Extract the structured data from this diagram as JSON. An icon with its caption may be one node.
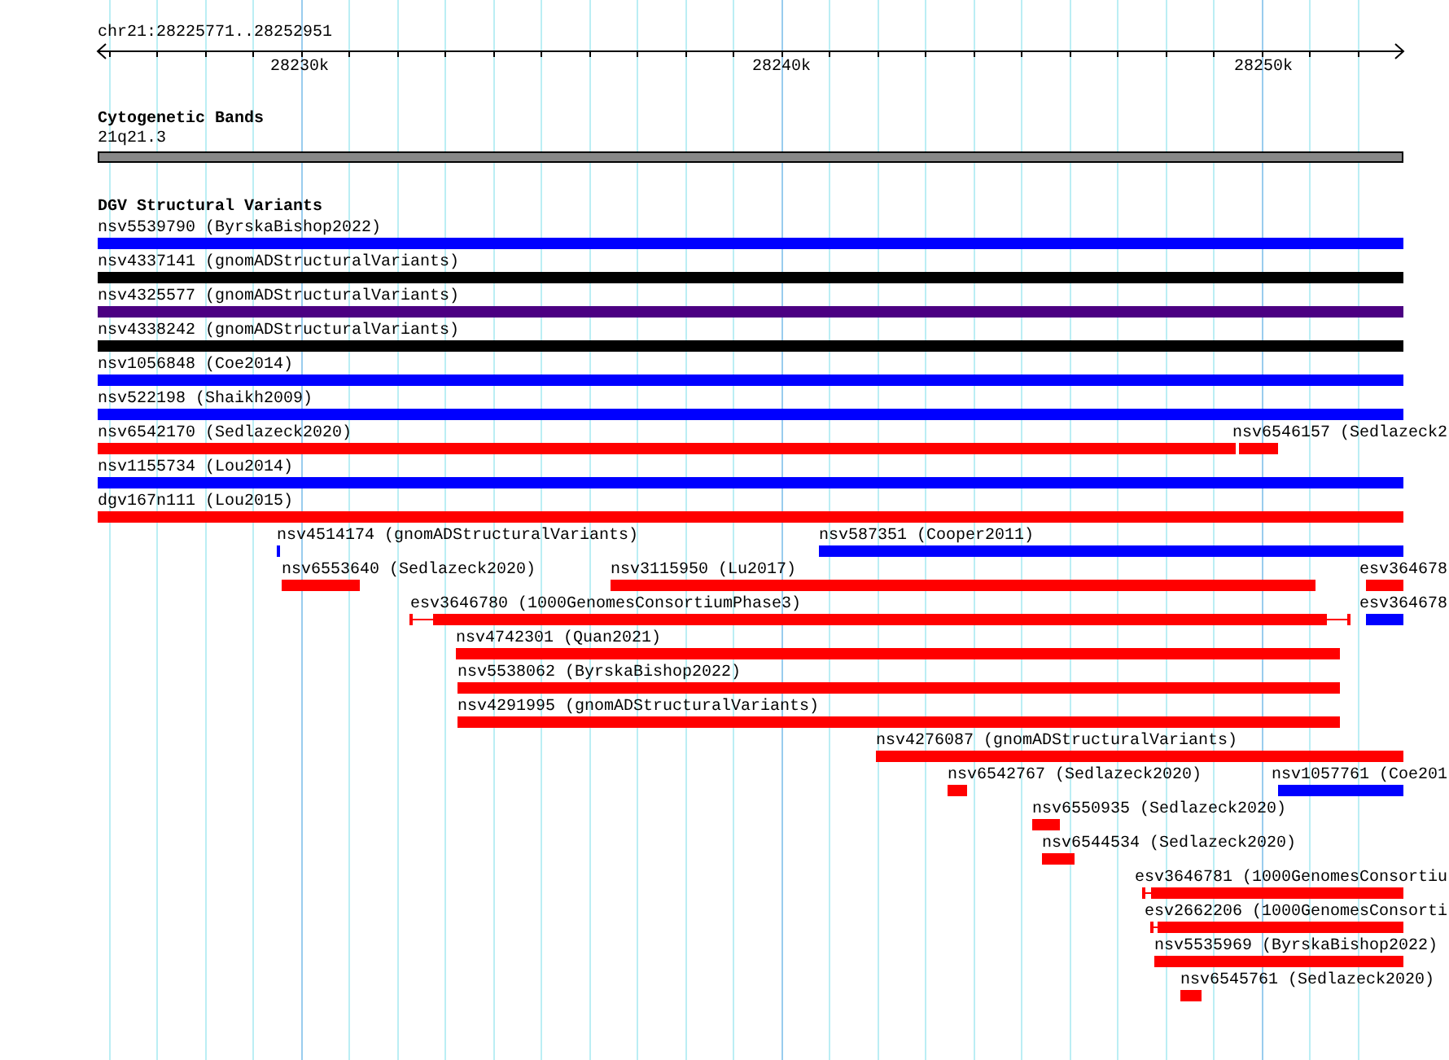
{
  "diagram": {
    "nodes": [
      {
        "text": [
          "21q21.3"
        ]
      },
      {
        "text": [
          "nsv5539790 (ByrskaBishop2022)"
        ]
      },
      {
        "text": [
          "nsv4337141 (gnomADStructuralVariants)"
        ]
      },
      {
        "text": [
          "nsv4325577 (gnomADStructuralVariants)"
        ]
      },
      {
        "text": [
          "nsv4338242 (gnomADStructuralVariants)"
        ]
      },
      {
        "text": [
          "nsv1056848 (Coe2014)"
        ]
      },
      {
        "text": [
          "nsv522198 (Shaikh2009)"
        ]
      },
      {
        "text": [
          "nsv6542170 (Sedlazeck2020)"
        ]
      },
      {
        "text": [
          "nsv6546157 (Sedlazeck2"
        ]
      },
      {
        "text": [
          "nsv1155734 (Lou2014)"
        ]
      },
      {
        "text": [
          "dgv167n111 (Lou2015)"
        ]
      },
      {
        "text": [
          "nsv4514174 (gnomADStructuralVariants)"
        ]
      },
      {
        "text": [
          "nsv587351 (Cooper2011)"
        ]
      },
      {
        "text": [
          "nsv6553640 (Sedlazeck2020)"
        ]
      },
      {
        "text": [
          "nsv3115950 (Lu2017)"
        ]
      },
      {
        "text": [
          "esv364678"
        ]
      },
      {
        "text": [
          "esv3646780 (1000GenomesConsortiumPhase3)"
        ]
      },
      {
        "text": [
          "esv364678"
        ]
      },
      {
        "text": [
          "nsv4742301 (Quan2021)"
        ]
      },
      {
        "text": [
          "nsv5538062 (ByrskaBishop2022)"
        ]
      },
      {
        "text": [
          "nsv4291995 (gnomADStructuralVariants)"
        ]
      },
      {
        "text": [
          "nsv4276087 (gnomADStructuralVariants)"
        ]
      },
      {
        "text": [
          "nsv6542767 (Sedlazeck2020)"
        ]
      },
      {
        "text": [
          "nsv1057761 (Coe201"
        ]
      },
      {
        "text": [
          "nsv6550935 (Sedlazeck2020)"
        ]
      },
      {
        "text": [
          "nsv6544534 (Sedlazeck2020)"
        ]
      },
      {
        "text": [
          "esv3646781 (1000GenomesConsortiu"
        ]
      },
      {
        "text": [
          "esv2662206 (1000GenomesConsorti"
        ]
      },
      {
        "text": [
          "nsv5535969 (ByrskaBishop2022)"
        ]
      },
      {
        "text": [
          "nsv6545761 (Sedlazeck2020)"
        ]
      }
    ],
    "labels": [
      "chr21:28225771..28252951",
      "28230k",
      "28240k",
      "28250k",
      "Cytogenetic Bands",
      "DGV Structural Variants"
    ]
  }
}
